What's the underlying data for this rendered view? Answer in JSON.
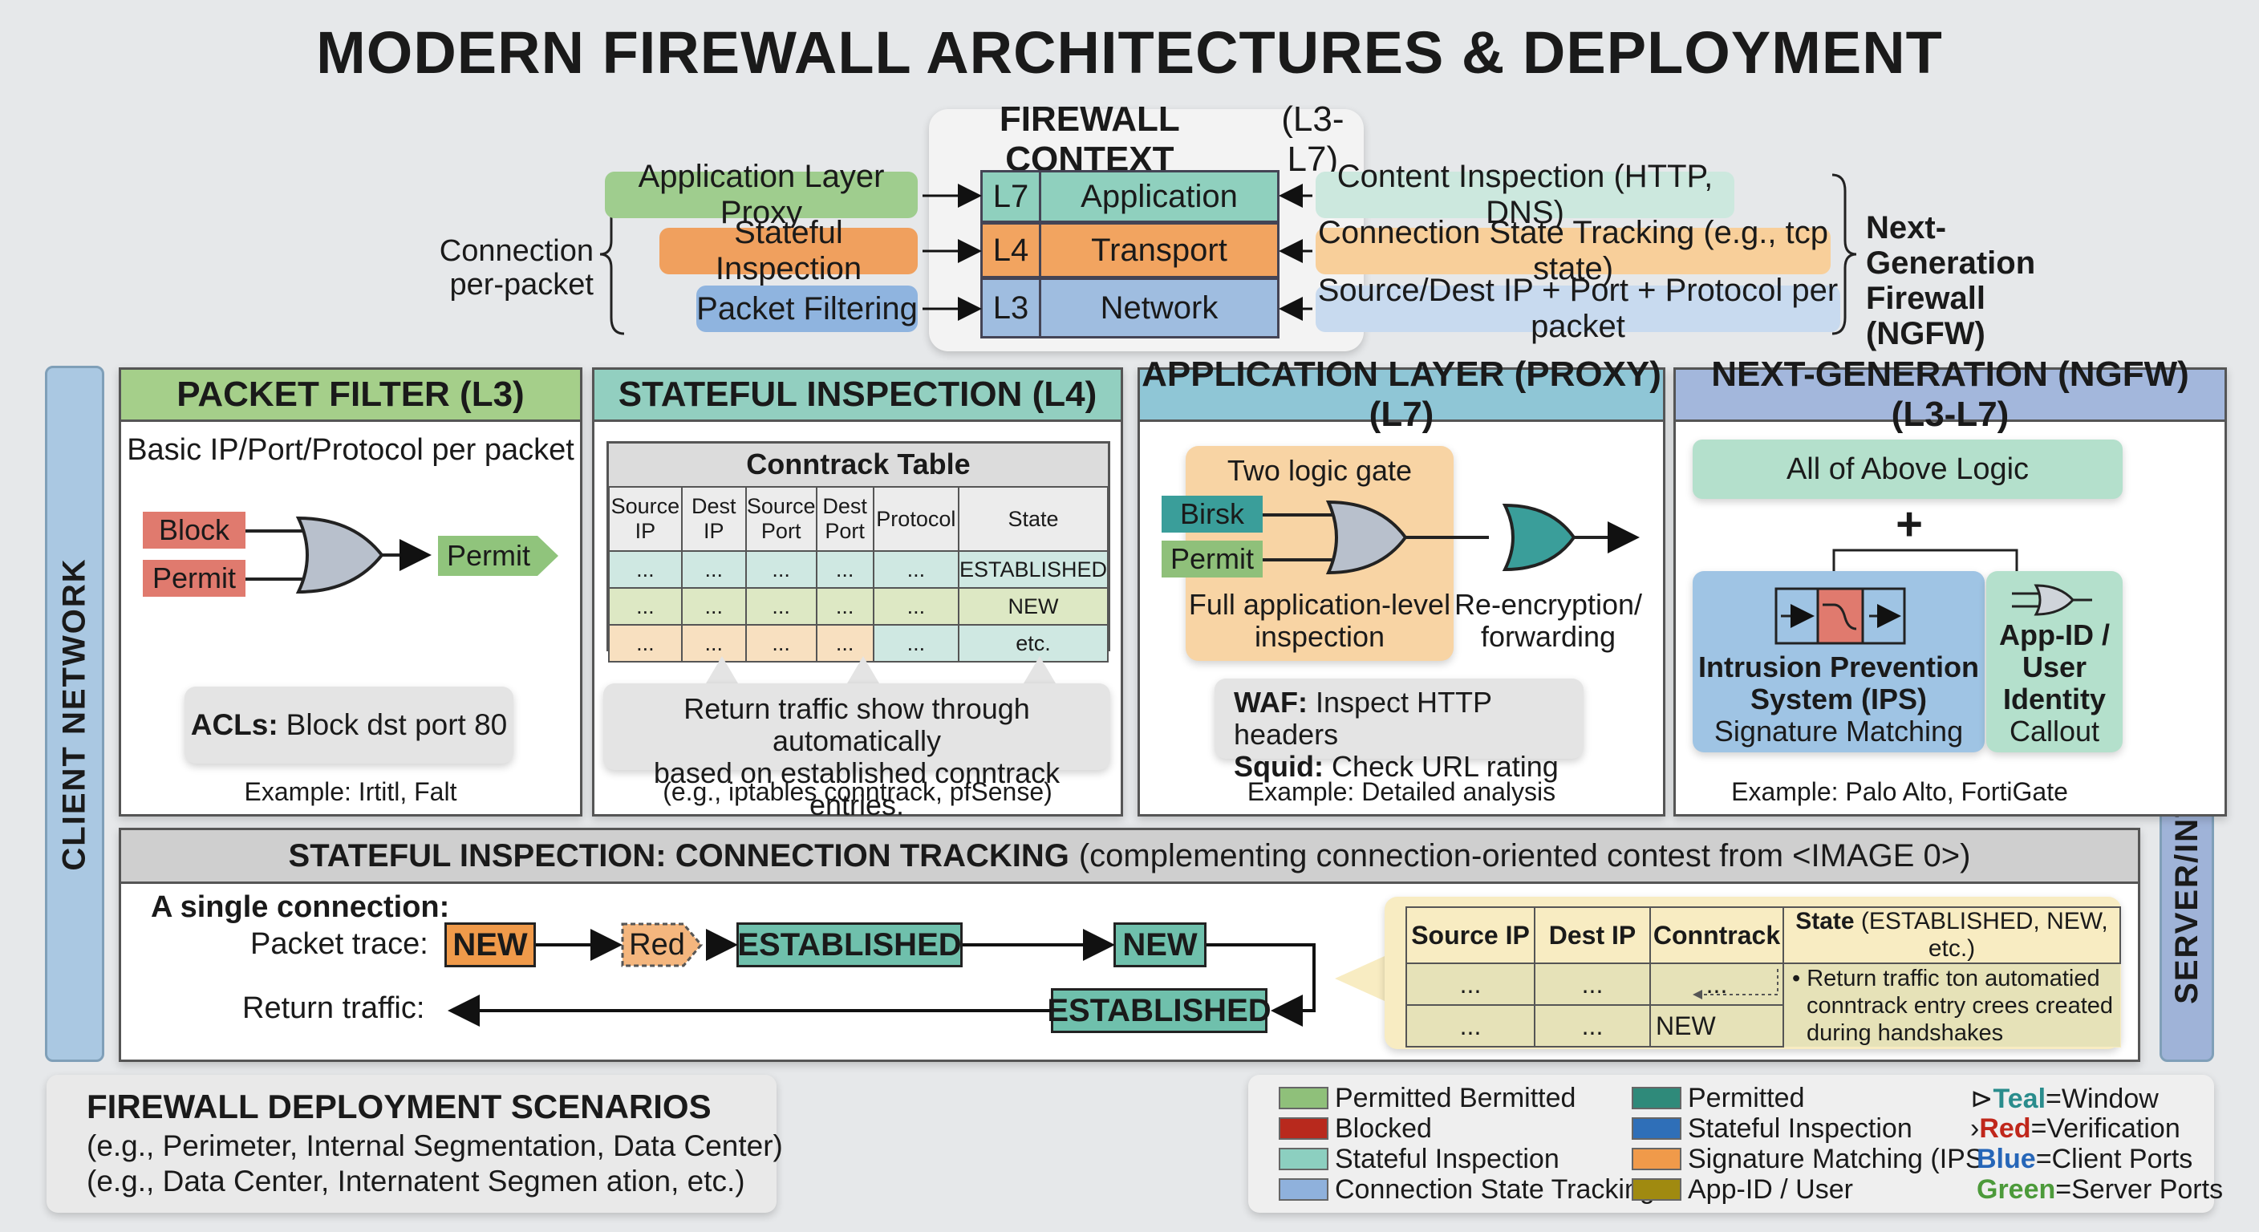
{
  "title": "MODERN FIREWALL ARCHITECTURES & DEPLOYMENT",
  "context": {
    "title_bold": "FIREWALL CONTEXT",
    "title_suffix": "(L3-L7)",
    "left_group_label_1": "Connection",
    "left_group_label_2": "per-packet",
    "right_group_label_1": "Next-Generation",
    "right_group_label_2": "Firewall (NGFW)",
    "rows": [
      {
        "left": "Application Layer Proxy",
        "code": "L7",
        "name": "Application",
        "right": "Content Inspection (HTTP, DNS)",
        "left_color": "#9fcd8e",
        "cell_color": "#8fd0be",
        "right_color": "#cce8de"
      },
      {
        "left": "Stateful Inspection",
        "code": "L4",
        "name": "Transport",
        "right": "Connection State Tracking (e.g., tcp state)",
        "left_color": "#f0a05e",
        "cell_color": "#f2a460",
        "right_color": "#f8cf9a"
      },
      {
        "left": "Packet Filtering",
        "code": "L3",
        "name": "Network",
        "right": "Source/Dest IP + Port + Protocol per packet",
        "left_color": "#8fb4df",
        "cell_color": "#9fbde0",
        "right_color": "#c8daef"
      }
    ]
  },
  "side": {
    "client": "CLIENT NETWORK",
    "server": "SERVER/INTERNET NETWORK"
  },
  "panels": {
    "packet_filter": {
      "header": "PACKET FILTER (L3)",
      "header_color": "#a5cf8a",
      "subtitle": "Basic IP/Port/Protocol per packet",
      "block": "Block",
      "permit_in": "Permit",
      "permit_out": "Permit",
      "note_bold": "ACLs:",
      "note_rest": "Block dst port 80",
      "example": "Example: Irtitl, Falt"
    },
    "stateful": {
      "header": "STATEFUL INSPECTION (L4)",
      "header_color": "#92cfc0",
      "table_title": "Conntrack Table",
      "columns": [
        "Source IP",
        "Dest IP",
        "Source Port",
        "Dest Port",
        "Protocol",
        "State"
      ],
      "rows": [
        [
          "...",
          "...",
          "...",
          "...",
          "...",
          "ESTABLISHED"
        ],
        [
          "...",
          "...",
          "...",
          "...",
          "...",
          "NEW"
        ],
        [
          "...",
          "...",
          "...",
          "...",
          "...",
          "etc."
        ]
      ],
      "note_line1": "Return traffic show through automatically",
      "note_line2": "based on established conntrack entries.",
      "example": "(e.g., iptables conntrack, pfSense)"
    },
    "proxy": {
      "header": "APPLICATION LAYER (PROXY) (L7)",
      "header_color": "#8fc6d6",
      "gate_title": "Two logic gate",
      "input1": "Birsk",
      "input2": "Permit",
      "gate_caption_1": "Full application-level",
      "gate_caption_2": "inspection",
      "reenc_1": "Re-encryption/",
      "reenc_2": "forwarding",
      "waf_bold": "WAF:",
      "waf_rest": "Inspect HTTP headers",
      "squid_bold": "Squid:",
      "squid_rest": "Check URL rating",
      "example": "Example: Detailed analysis"
    },
    "ngfw": {
      "header": "NEXT-GENERATION (NGFW) (L3-L7)",
      "header_color": "#a3b7dc",
      "all_logic": "All of Above Logic",
      "plus": "+",
      "ips_1": "Intrusion Prevention",
      "ips_2": "System (IPS)",
      "ips_3": "Signature Matching",
      "appid_1": "App-ID /",
      "appid_2": "User",
      "appid_3": "Identity",
      "appid_4": "Callout",
      "example": "Example: Palo Alto, FortiGate"
    }
  },
  "tracking": {
    "header_bold": "STATEFUL INSPECTION: CONNECTION TRACKING",
    "header_rest": "(complementing connection-oriented contest from <IMAGE 0>)",
    "single": "A single connection:",
    "packet_trace": "Packet trace:",
    "return_traffic": "Return traffic:",
    "states": {
      "new1": "NEW",
      "red": "Red",
      "established1": "ESTABLISHED",
      "new2": "NEW",
      "established2": "ESTABLISHED"
    },
    "table": {
      "col1": "Source IP",
      "col2": "Dest IP",
      "col3": "Conntrack",
      "col4_bold": "State",
      "col4_rest": "(ESTABLISHED, NEW, etc.)",
      "row1": [
        "...",
        "...",
        "..."
      ],
      "row2": [
        "...",
        "...",
        "NEW"
      ],
      "note_1": "• Return traffic ton automatied",
      "note_2": "conntrack entry crees created",
      "note_3": "during handshakes"
    }
  },
  "deployment": {
    "title": "FIREWALL DEPLOYMENT SCENARIOS",
    "line1": "(e.g., Perimeter, Internal Segmentation, Data Center)",
    "line2": "(e.g., Data Center, Internatent Segmen ation, etc.)"
  },
  "legend": {
    "col1": [
      {
        "label": "Permitted Bermitted",
        "color": "#8fc07a"
      },
      {
        "label": "Blocked",
        "color": "#b8291d"
      },
      {
        "label": "Stateful Inspection",
        "color": "#8ccfc0"
      },
      {
        "label": "Connection State Tracking",
        "color": "#8fb1dc"
      }
    ],
    "col2": [
      {
        "label": "Permitted",
        "color": "#2f8a7a"
      },
      {
        "label": "Stateful Inspection",
        "color": "#2f6fb8"
      },
      {
        "label": "Signature Matching (IPS",
        "color": "#f09a4a"
      },
      {
        "label": "App-ID / User",
        "color": "#a08a10"
      }
    ],
    "col3": [
      {
        "key": "Teal",
        "rest": "=Window",
        "color": "#2a8c8c"
      },
      {
        "key": "Red",
        "rest": "=Verification",
        "color": "#c0271b"
      },
      {
        "key": "Blue",
        "rest": "=Client Ports",
        "color": "#2666b8"
      },
      {
        "key": "Green",
        "rest": "=Server Ports",
        "color": "#4c9a3a"
      }
    ]
  },
  "colors": {
    "block_red": "#e07a6e",
    "permit_green": "#90c47c",
    "gate_gray": "#b8c0cc",
    "teal_gate": "#3a9e9a",
    "new_orange": "#f09a4a",
    "established_teal": "#6fc0ac",
    "red_state": "#f4b67e"
  }
}
